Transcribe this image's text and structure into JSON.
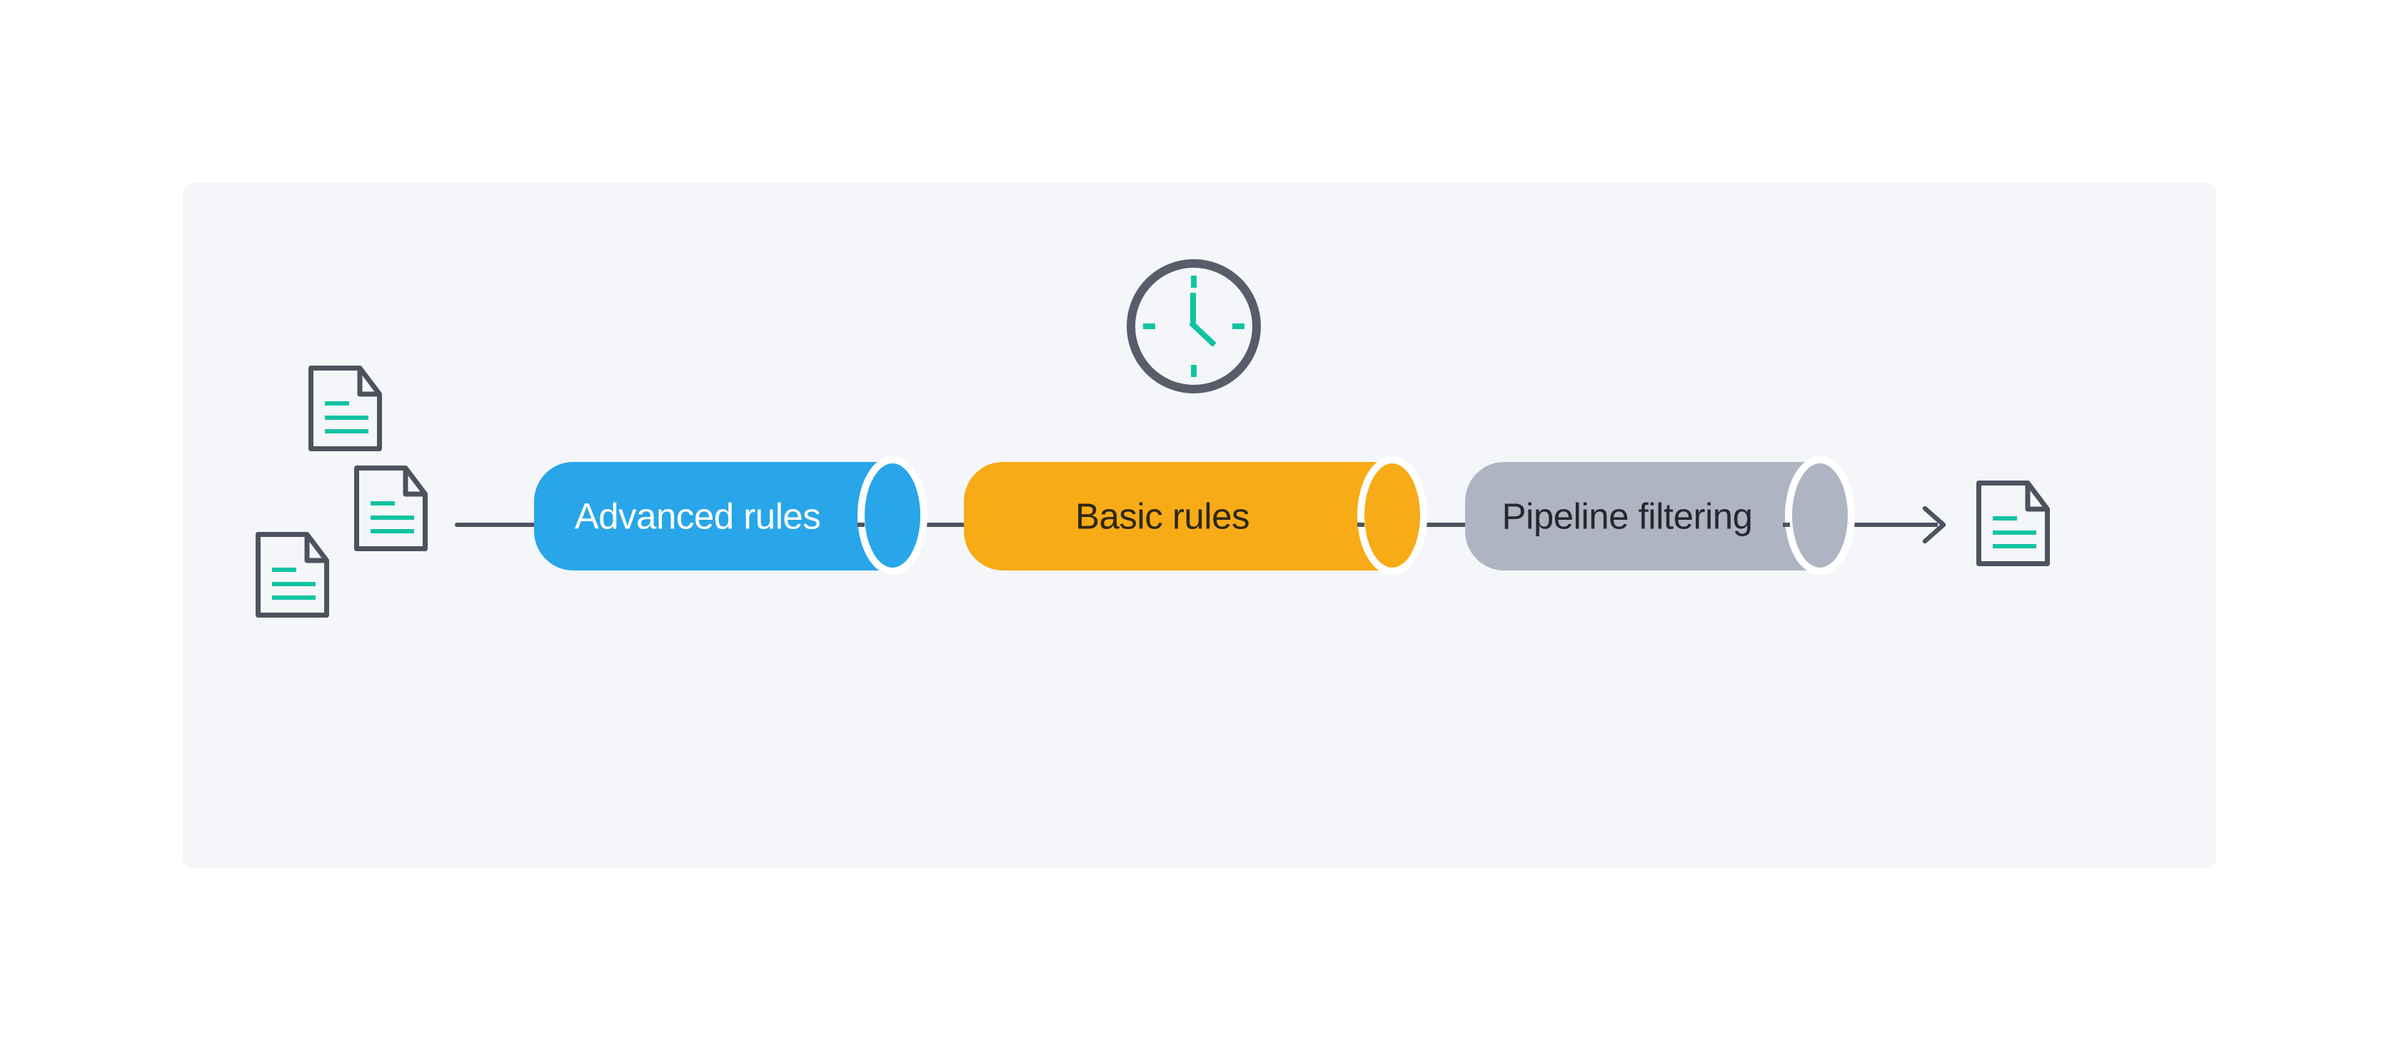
{
  "palette": {
    "white": "#FFFFFF",
    "panel": "#F4F6F9",
    "outline": "#4D535E",
    "ring": "#575D69",
    "teal": "#12C3A2"
  },
  "diagram": {
    "description_icons": {
      "input": {
        "icon": "document-icon",
        "count": 3
      },
      "timer": {
        "icon": "clock-icon",
        "count": 1
      },
      "output": {
        "icon": "document-icon",
        "count": 1
      },
      "arrow": {
        "icon": "arrow-right-icon",
        "count": 1
      }
    },
    "stages": [
      {
        "label": "Advanced rules",
        "shape": "cylinder",
        "color": "#28A6E9",
        "text_color": "#FFFFFF"
      },
      {
        "label": "Basic rules",
        "shape": "cylinder",
        "color": "#F7AB16",
        "text_color": "#2E2710"
      },
      {
        "label": "Pipeline filtering",
        "shape": "cylinder",
        "color": "#AEB4C1",
        "text_color": "#25282E"
      }
    ]
  }
}
